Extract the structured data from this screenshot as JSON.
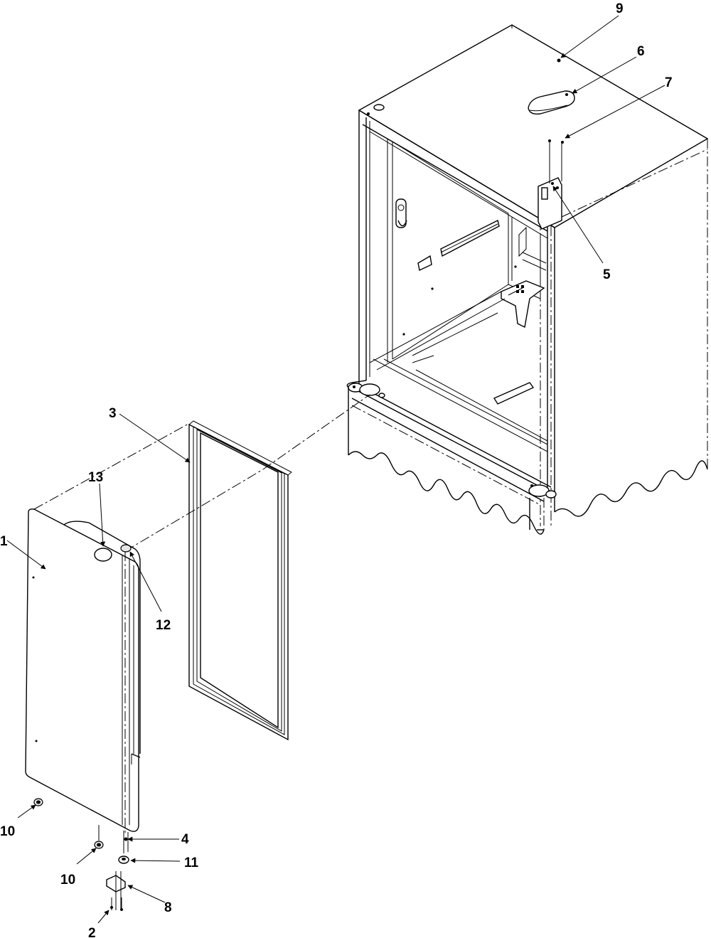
{
  "callouts": [
    {
      "id": "c1",
      "label": "1"
    },
    {
      "id": "c2",
      "label": "2"
    },
    {
      "id": "c3",
      "label": "3"
    },
    {
      "id": "c4",
      "label": "4"
    },
    {
      "id": "c5",
      "label": "5"
    },
    {
      "id": "c6",
      "label": "6"
    },
    {
      "id": "c7",
      "label": "7"
    },
    {
      "id": "c8",
      "label": "8"
    },
    {
      "id": "c9",
      "label": "9"
    },
    {
      "id": "c10a",
      "label": "10"
    },
    {
      "id": "c10b",
      "label": "10"
    },
    {
      "id": "c11",
      "label": "11"
    },
    {
      "id": "c12",
      "label": "12"
    },
    {
      "id": "c13",
      "label": "13"
    }
  ]
}
